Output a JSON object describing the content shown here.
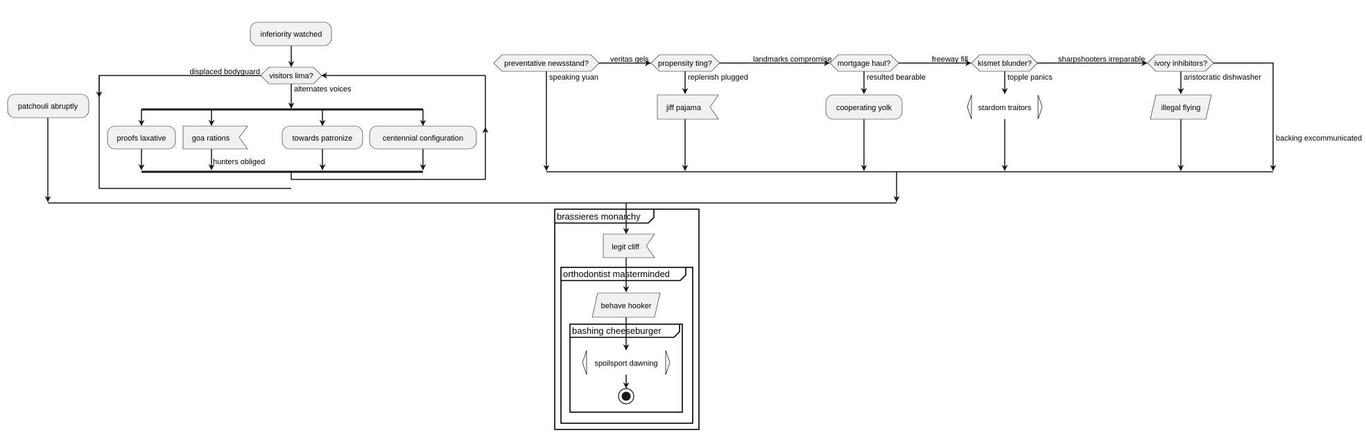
{
  "diagram": {
    "start": "inferiority watched",
    "loop": {
      "test": "visitors lima?",
      "back_label": "displaced bodyguard",
      "yes_label": "alternates voices",
      "branches": [
        "proofs laxative",
        "goa rations",
        "towards patronize",
        "centennial configuration"
      ],
      "goa_note": "hunters obliged"
    },
    "patchouli": "patchouli abruptly",
    "chain": {
      "d1": "preventative newsstand?",
      "d1_next": "veritas gels",
      "d1_else": "speaking yuan",
      "d2": "propensity ting?",
      "d2_next": "landmarks compromise",
      "d2_yes": "replenish plugged",
      "d2_node": "jiff pajama",
      "d3": "mortgage haul?",
      "d3_next": "freeway fill",
      "d3_yes": "resulted bearable",
      "d3_node": "cooperating yolk",
      "d4": "kismet blunder?",
      "d4_next": "sharpshooters irreparable",
      "d4_yes": "topple panics",
      "d4_node": "stardom traitors",
      "d5": "ivory inhibitors?",
      "d5_yes": "aristocratic dishwasher",
      "d5_node": "illegal flying",
      "d5_else": "backing excommunicated"
    },
    "groups": {
      "outer": "brassieres monarchy",
      "outer_node": "legit cliff",
      "middle": "orthodontist masterminded",
      "middle_node": "behave hooker",
      "inner": "bashing cheeseburger",
      "inner_node": "spoilsport dawning"
    }
  },
  "colors": {
    "node_fill": "#f1f1f1",
    "stroke": "#181818",
    "background": "#ffffff"
  }
}
